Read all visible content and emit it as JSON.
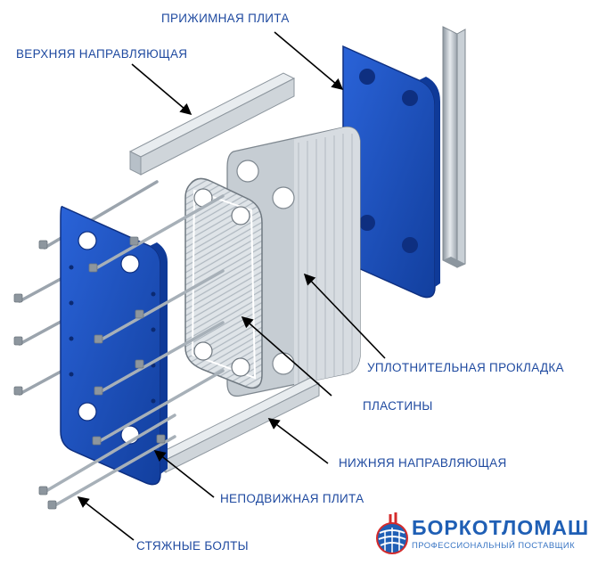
{
  "labels": {
    "pressure_plate": "ПРИЖИМНАЯ ПЛИТА",
    "upper_guide": "ВЕРХНЯЯ НАПРАВЛЯЮЩАЯ",
    "gasket": "УПЛОТНИТЕЛЬНАЯ ПРОКЛАДКА",
    "plates": "ПЛАСТИНЫ",
    "lower_guide": "НИЖНЯЯ НАПРАВЛЯЮЩАЯ",
    "fixed_plate": "НЕПОДВИЖНАЯ ПЛИТА",
    "tie_bolts": "СТЯЖНЫЕ БОЛТЫ"
  },
  "logo": {
    "name": "БОРКОТЛОМАШ",
    "tagline": "ПРОФЕССИОНАЛЬНЫЙ ПОСТАВЩИК"
  },
  "colors": {
    "label_text": "#1f4aa0",
    "frame_plate_blue": "#1c4fc4",
    "steel_gray": "#b9c2cb",
    "logo_blue": "#1f5fb5",
    "logo_red": "#d42b2b"
  }
}
